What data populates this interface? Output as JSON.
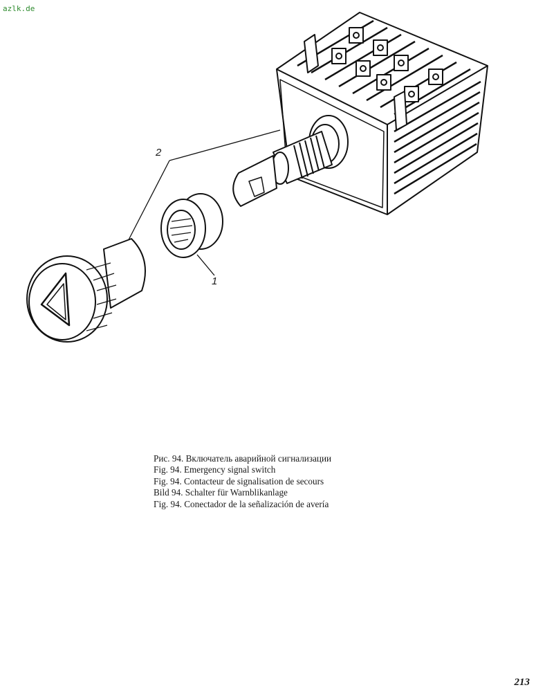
{
  "watermark": "azlk.de",
  "figure": {
    "labels": {
      "part_1": "1",
      "part_2": "2"
    }
  },
  "caption": [
    "Рис. 94. Включатель аварийной сигнализации",
    "Fig. 94. Emergency signal switch",
    "Fig. 94. Contacteur de signalisation de secours",
    "Bild 94. Schalter für Warnblikanlage",
    "Гig. 94. Conectador de la señalización de avería"
  ],
  "page_number": "213"
}
